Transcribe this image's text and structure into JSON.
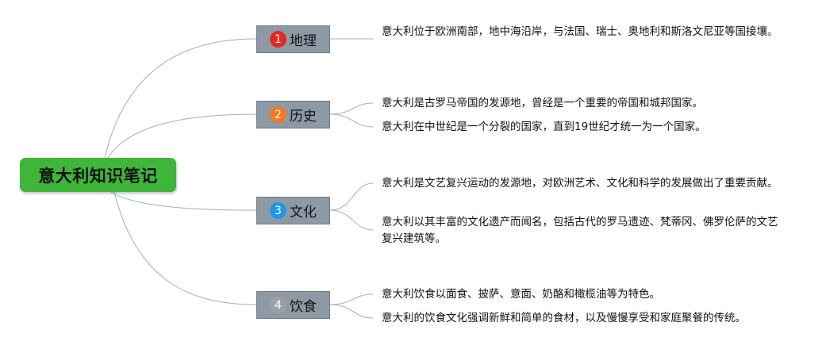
{
  "root": {
    "label": "意大利知识笔记"
  },
  "branches": [
    {
      "label": "地理",
      "badge": "1",
      "badge_color": "#e5281e",
      "notes": [
        "意大利位于欧洲南部，地中海沿岸，与法国、瑞士、奥地利和斯洛文尼亚等国接壤。"
      ]
    },
    {
      "label": "历史",
      "badge": "2",
      "badge_color": "#f07a22",
      "notes": [
        "意大利是古罗马帝国的发源地，曾经是一个重要的帝国和城邦国家。",
        "意大利在中世纪是一个分裂的国家，直到19世纪才统一为一个国家。"
      ]
    },
    {
      "label": "文化",
      "badge": "3",
      "badge_color": "#2196e8",
      "notes": [
        "意大利是文艺复兴运动的发源地，对欧洲艺术、文化和科学的发展做出了重要贡献。",
        "意大利以其丰富的文化遗产而闻名，包括古代的罗马遗迹、梵蒂冈、佛罗伦萨的文艺复兴建筑等。"
      ]
    },
    {
      "label": "饮食",
      "badge": "4",
      "badge_color": "#9aa0a6",
      "notes": [
        "意大利饮食以面食、披萨、意面、奶酪和橄榄油等为特色。",
        "意大利的饮食文化强调新鲜和简单的食材，以及慢慢享受和家庭聚餐的传统。"
      ]
    }
  ],
  "colors": {
    "root_fill": "#3fb53a",
    "branch_fill": "#8d9aa5",
    "link_stroke": "#a4aeb8"
  }
}
